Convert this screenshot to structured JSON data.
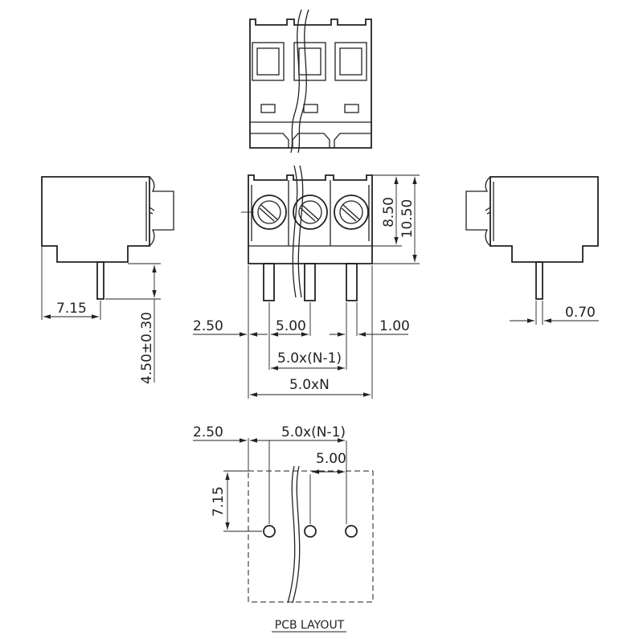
{
  "dimensions": {
    "front_height_8_50": "8.50",
    "front_height_10_50": "10.50",
    "side_depth": "7.15",
    "pin_length": "4.50±0.30",
    "pin_diameter": "0.70",
    "edge_offset": "2.50",
    "pitch": "5.00",
    "pin_width": "1.00",
    "pitch_span": "5.0x(N-1)",
    "total_width": "5.0xN",
    "pcb_edge_offset": "2.50",
    "pcb_pitch_span": "5.0x(N-1)",
    "pcb_pitch": "5.00",
    "pcb_row_offset": "7.15"
  },
  "caption": "PCB LAYOUT"
}
